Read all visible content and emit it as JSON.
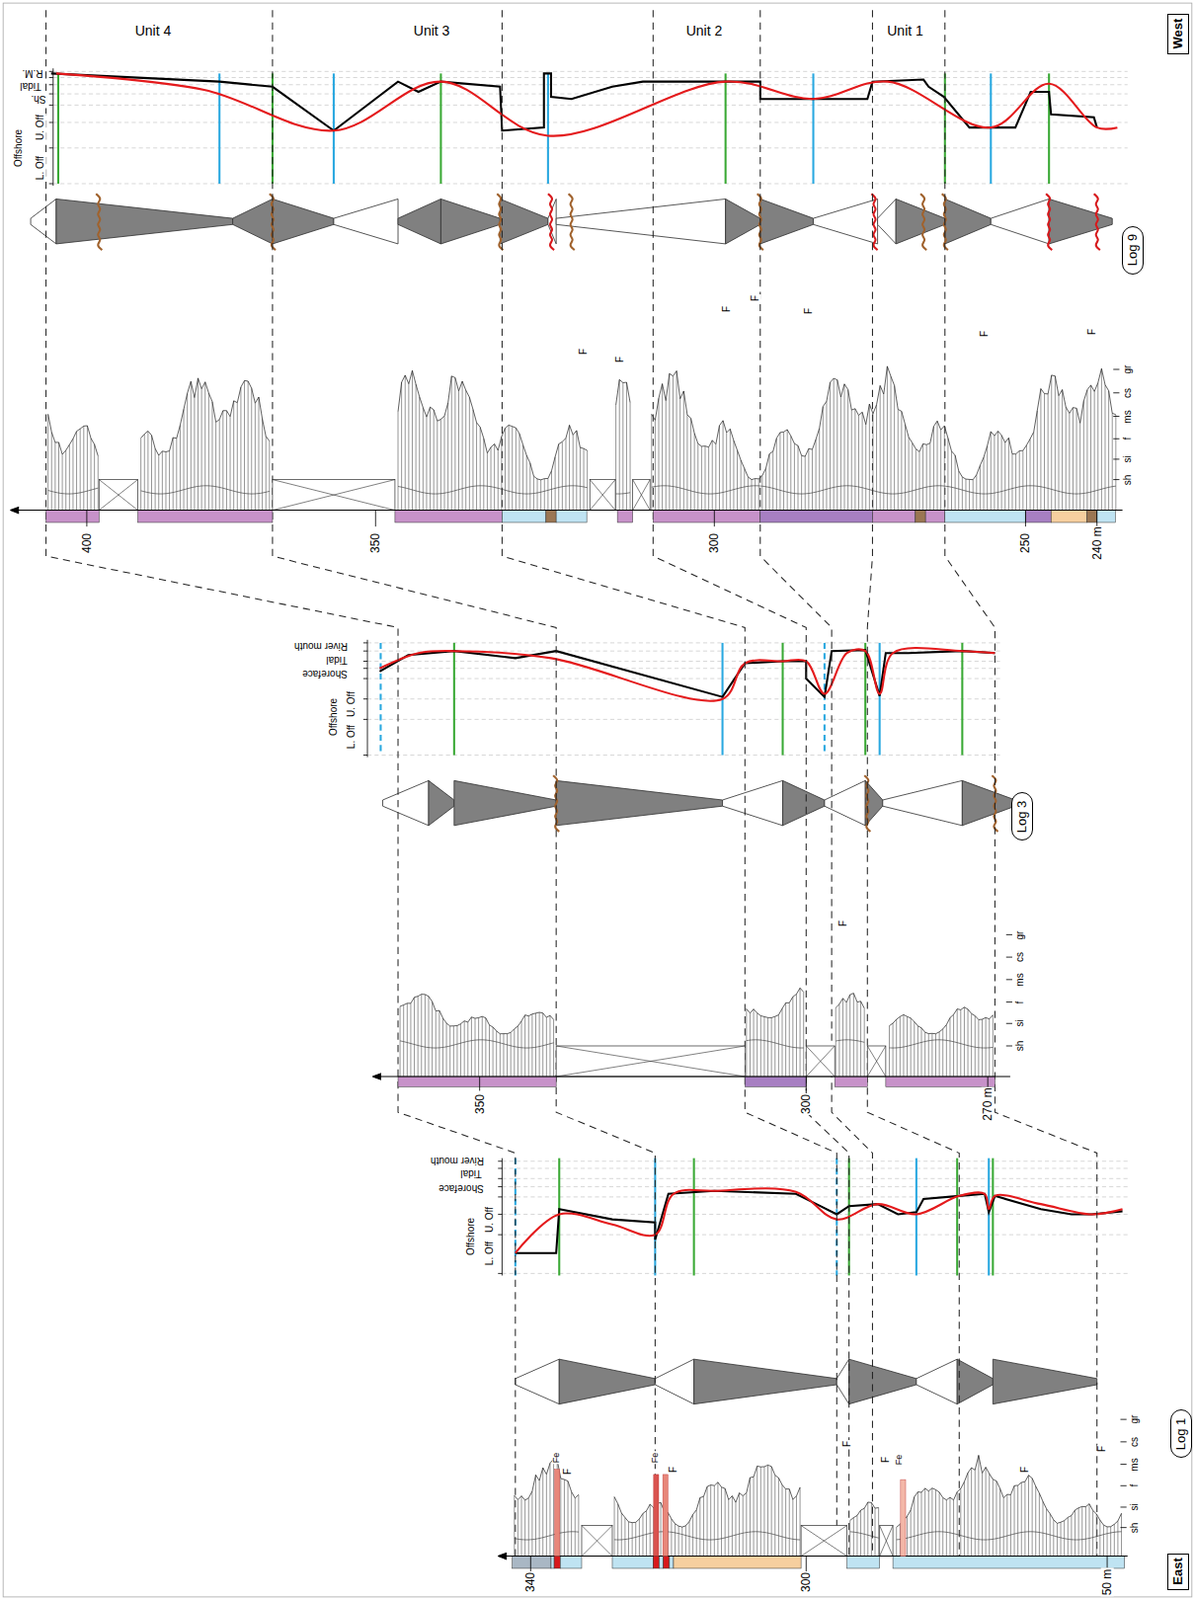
{
  "diagram": {
    "nodes": [
      {
        "text": [
          "West"
        ]
      },
      {
        "text": [
          "Log 9"
        ]
      },
      {
        "text": [
          "Log 3"
        ]
      },
      {
        "text": [
          "Log 1"
        ]
      },
      {
        "text": [
          "East"
        ]
      }
    ],
    "labels": [
      "Unit 4",
      "Unit 3",
      "Unit 2",
      "Unit 1",
      "R.M.",
      "Tidal",
      "Sh.",
      "Offshore",
      "U. Off",
      "L. Off",
      "400",
      "350",
      "300",
      "250",
      "240 m",
      "sh",
      "si",
      "f",
      "ms",
      "cs",
      "gr",
      "F",
      "F",
      "F",
      "F",
      "F",
      "F",
      "F",
      "River mouth",
      "Tidal",
      "Shoreface",
      "Offshore",
      "U. Off",
      "L. Off",
      "350",
      "300",
      "270 m",
      "sh",
      "si",
      "f",
      "ms",
      "cs",
      "gr",
      "F",
      "River mouth",
      "Tidal",
      "Shoreface",
      "Offshore",
      "U. Off",
      "L. Off",
      "340",
      "300",
      "50 m",
      "sh",
      "si",
      "f",
      "ms",
      "cs",
      "gr",
      "Fe",
      "Fe",
      "Fe",
      "F",
      "F",
      "F",
      "F",
      "F",
      "F"
    ]
  }
}
